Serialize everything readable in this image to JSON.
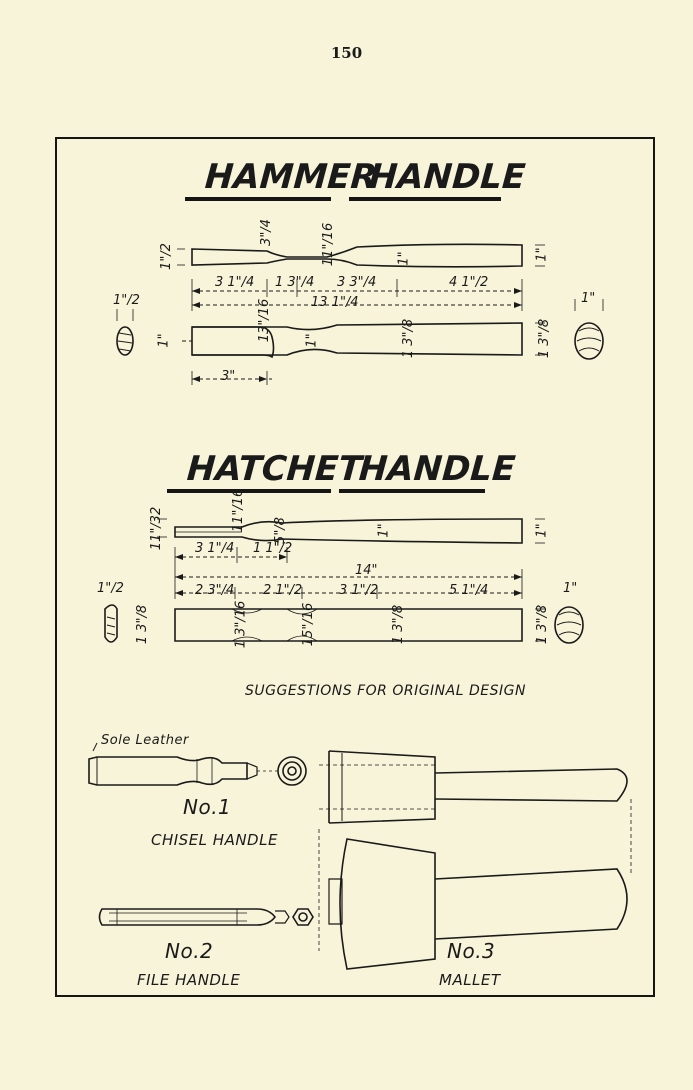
{
  "page_number": "150",
  "hammer": {
    "title_word1": "HAMMER",
    "title_word2": "HANDLE",
    "dims": {
      "end_height": "1\"/2",
      "neck_drop": "3\"/4",
      "neck_thick": "11\"/16",
      "shaft_side": "1\"",
      "end_right_top": "1\"",
      "seg1": "3 1\"/4",
      "seg2": "1 3\"/4",
      "seg3": "3 3\"/4",
      "seg4": "4 1\"/2",
      "total": "13 1\"/4",
      "eye_width": "1\"/2",
      "eye_height": "1\"",
      "eye_notch": "13\"/16",
      "body_neck": "1\"",
      "body_mid": "1 3\"/8",
      "body_end": "1 3\"/8",
      "section_width": "1\"",
      "eye_len": "3\""
    }
  },
  "hatchet": {
    "title_word1": "HATCHET",
    "title_word2": "HANDLE",
    "dims": {
      "end_height": "11\"/32",
      "neck_mark": "11\"/16",
      "neck_small": "5\"/8",
      "shaft_side": "1\"",
      "end_right": "1\"",
      "seg_a": "3 1\"/4",
      "seg_b": "1 1\"/2",
      "total": "14\"",
      "s1": "2 3\"/4",
      "s2": "2 1\"/2",
      "s3": "3 1\"/2",
      "s4": "5 1\"/4",
      "eye_width": "1\"/2",
      "eye_height": "1 3\"/8",
      "body_1": "1 3\"/16",
      "body_2": "15\"/16",
      "body_3": "1 3\"/8",
      "body_end": "1 3\"/8",
      "section_width": "1\""
    }
  },
  "suggestions_title": "SUGGESTIONS FOR ORIGINAL DESIGN",
  "chisel": {
    "note": "Sole Leather",
    "number": "No.1",
    "name": "CHISEL HANDLE"
  },
  "file": {
    "number": "No.2",
    "name": "FILE HANDLE"
  },
  "mallet": {
    "number": "No.3",
    "name": "MALLET"
  }
}
